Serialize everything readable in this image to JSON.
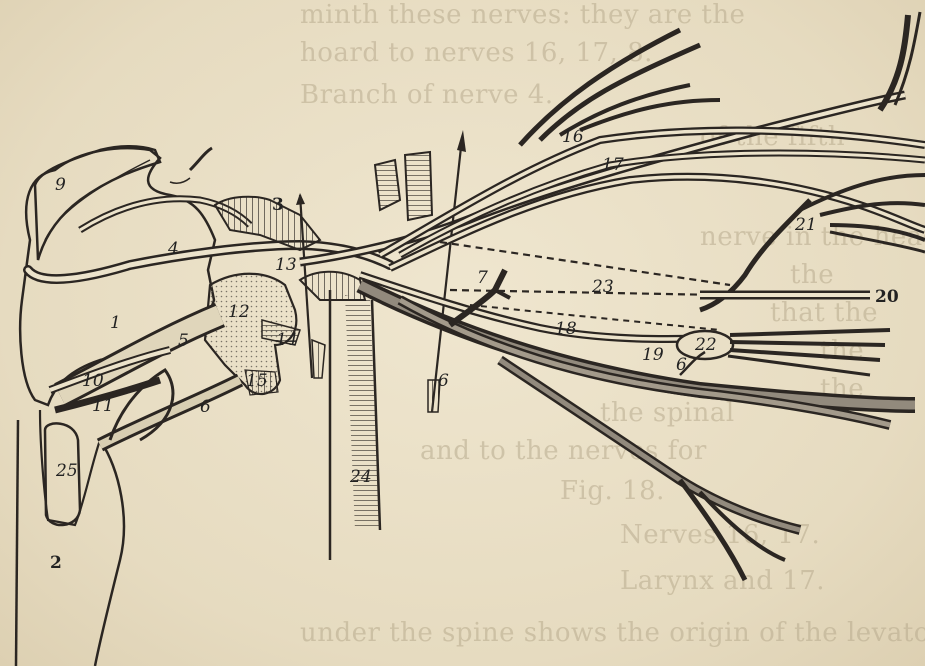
{
  "bleed_text": [
    "minth these nerves: they are the",
    "hoard to nerves 16, 17, 8.",
    "Branch of nerve 4.",
    "of the fifth",
    "nerve in the head",
    "the",
    "that the",
    "the",
    "the",
    "the spinal",
    "and to the nerves for",
    "Fig. 18.",
    "Nerves 16, 17.",
    "Larynx and 17.",
    "under the spine shows the origin of the levator"
  ],
  "labels": {
    "l1": "1",
    "l2": "2",
    "l3": "3",
    "l4": "4",
    "l5": "5",
    "l6a": "6",
    "l6b": "6",
    "l7": "7",
    "l9": "9",
    "l10": "10",
    "l11": "11",
    "l12": "12",
    "l13": "13",
    "l14": "14",
    "l15": "15",
    "l16": "16",
    "l17": "17",
    "l18": "18",
    "l19": "19",
    "l20": "20",
    "l21": "21",
    "l22": "22",
    "l23": "23",
    "l24": "24",
    "l25": "25",
    "l6c": "6"
  },
  "colors": {
    "ink": "#2b2622",
    "paper": "#e9dfc6",
    "shade": "#8d8578"
  }
}
